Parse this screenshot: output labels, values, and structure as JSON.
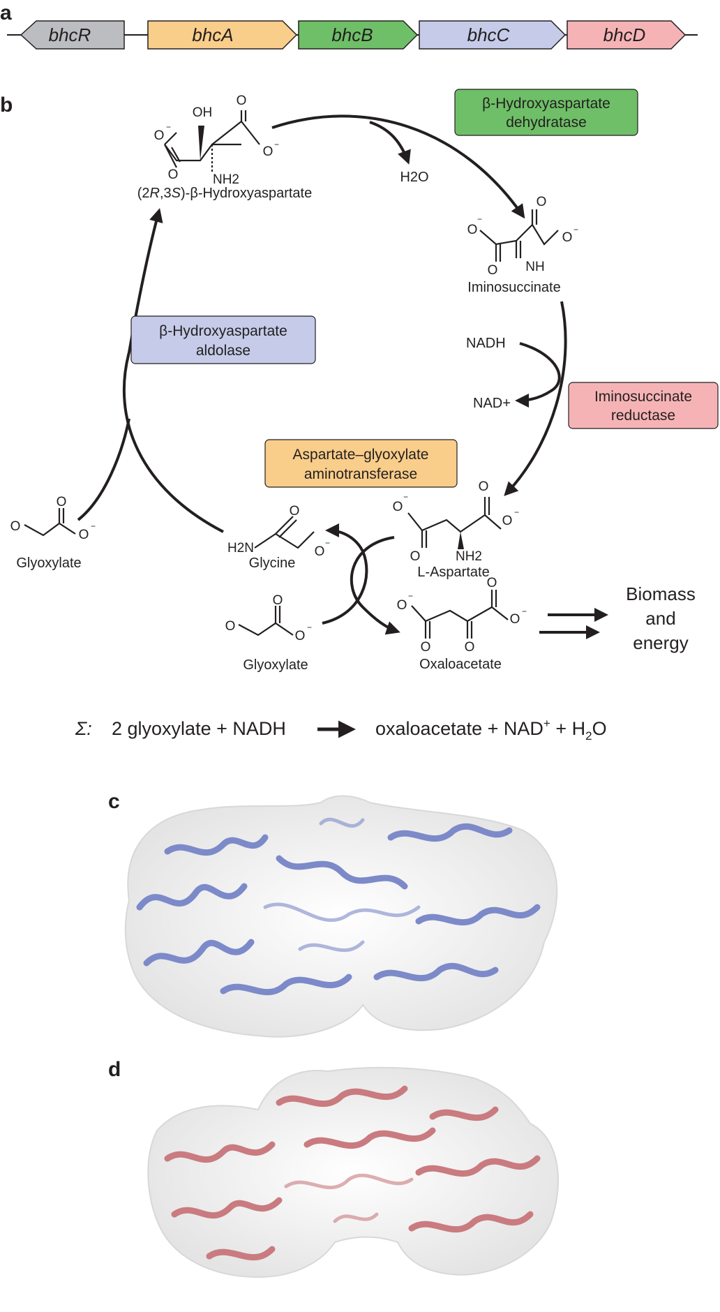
{
  "panels": {
    "a": "a",
    "b": "b",
    "c": "c",
    "d": "d"
  },
  "genes": [
    {
      "label": "bhcR",
      "color": "#bcbdc0"
    },
    {
      "label": "bhcA",
      "color": "#f9cd8a"
    },
    {
      "label": "bhcB",
      "color": "#6ebf67"
    },
    {
      "label": "bhcC",
      "color": "#c5cbe8"
    },
    {
      "label": "bhcD",
      "color": "#f6b3b5"
    }
  ],
  "enzymes": {
    "dehydratase": {
      "line1": "β-Hydroxyaspartate",
      "line2": "dehydratase",
      "color": "#6ebf67"
    },
    "aldolase": {
      "line1": "β-Hydroxyaspartate",
      "line2": "aldolase",
      "color": "#c5cbe8"
    },
    "reductase": {
      "line1": "Iminosuccinate",
      "line2": "reductase",
      "color": "#f6b3b5"
    },
    "aminotransferase": {
      "line1": "Aspartate–glyoxylate",
      "line2": "aminotransferase",
      "color": "#f9cd8a"
    }
  },
  "compounds": {
    "hydroxyaspartate": {
      "pre": "(2",
      "r": "R",
      "mid": ",3",
      "s": "S",
      "post": ")-β-Hydroxyaspartate"
    },
    "iminosuccinate": "Iminosuccinate",
    "aspartate": "L-Aspartate",
    "oxaloacetate": "Oxaloacetate",
    "glycine": "Glycine",
    "glyoxylate_left": "Glyoxylate",
    "glyoxylate_bottom": "Glyoxylate"
  },
  "cofactors": {
    "water": "H2O",
    "nadh": "NADH",
    "nad": "NAD+"
  },
  "atoms": {
    "o": "O",
    "oh": "OH",
    "nh2": "NH2",
    "nh": "NH",
    "h2n": "H2N",
    "minus": "−"
  },
  "biomass": {
    "line1": "Biomass",
    "line2": "and",
    "line3": "energy"
  },
  "summary": {
    "sigma": "Σ:",
    "lhs": "2 glyoxylate + NADH",
    "rhs_a": "oxaloacetate + NAD",
    "rhs_sup": "+",
    "rhs_b": " + H",
    "rhs_sub": "2",
    "rhs_c": "O"
  },
  "proteins": {
    "c": {
      "color": "#7c8ac9"
    },
    "d": {
      "color": "#c97b80"
    }
  }
}
